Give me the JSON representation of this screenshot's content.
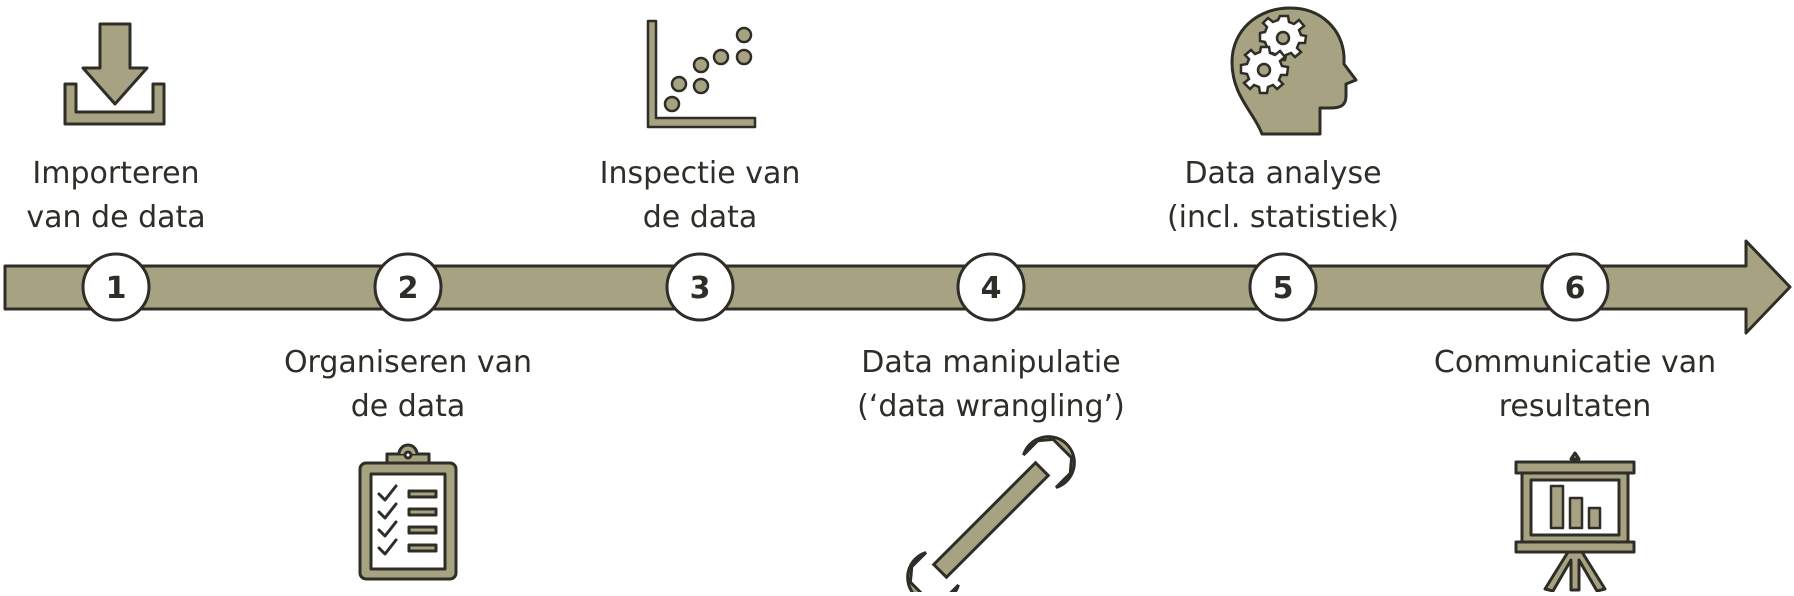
{
  "colors": {
    "accent": "#a7a382",
    "stroke": "#2f2d27",
    "background": "#ffffff"
  },
  "steps": [
    {
      "number": "1",
      "lines": [
        "Importeren",
        "van de data"
      ],
      "icon": "download-icon"
    },
    {
      "number": "2",
      "lines": [
        "Organiseren van",
        "de data"
      ],
      "icon": "clipboard-checklist-icon"
    },
    {
      "number": "3",
      "lines": [
        "Inspectie van",
        "de data"
      ],
      "icon": "scatter-plot-icon"
    },
    {
      "number": "4",
      "lines": [
        "Data manipulatie",
        "(‘data wrangling’)"
      ],
      "icon": "wrench-icon"
    },
    {
      "number": "5",
      "lines": [
        "Data analyse",
        "(incl. statistiek)"
      ],
      "icon": "head-gears-icon"
    },
    {
      "number": "6",
      "lines": [
        "Communicatie van",
        "resultaten"
      ],
      "icon": "presentation-board-icon"
    }
  ]
}
